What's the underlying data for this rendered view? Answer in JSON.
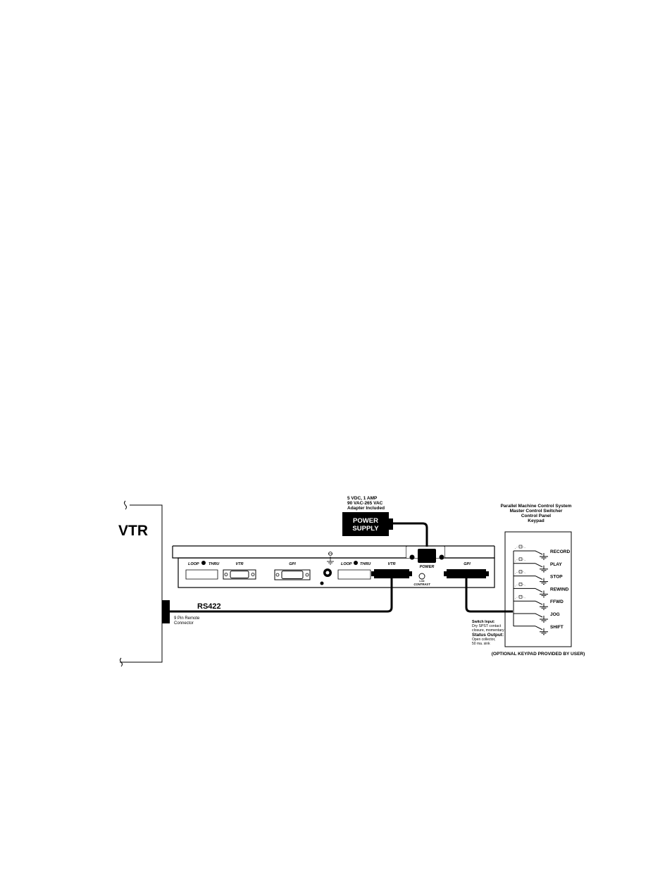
{
  "vtr": {
    "title": "VTR",
    "remote_connector": [
      "9 Pin Remote",
      "Connector"
    ]
  },
  "cable": {
    "label": "RS422"
  },
  "power_supply": {
    "spec_lines": [
      "5 VDC, 1 AMP",
      "90 VAC-265 VAC",
      "Adapter Included"
    ],
    "box_lines": [
      "POWER",
      "SUPPLY"
    ]
  },
  "rear_panel": {
    "loop_left": "LOOP",
    "thru_left": "THRU",
    "vtr_left": "VTR",
    "gpi_center": "GPI",
    "loop_right": "LOOP",
    "thru_right": "THRU",
    "vtr_right": "VTR",
    "power": "POWER",
    "lcd": "LCD",
    "contrast": "CONTRAST",
    "gpi_right": "GPI"
  },
  "keypad": {
    "title_lines": [
      "Parallel Machine Control System",
      "Master Control Switcher",
      "Control Panel",
      "Keypad"
    ],
    "switches": [
      "RECORD",
      "PLAY",
      "STOP",
      "REWIND",
      "FFWD",
      "JOG",
      "SHIFT"
    ],
    "switch_note_heading": "Switch Input:",
    "switch_note_lines": [
      "Dry SPST contact",
      "closure, momentary"
    ],
    "status_heading": "Status Output:",
    "status_lines": [
      "Open collector,",
      "50 ma. sink"
    ],
    "footer": "(OPTIONAL KEYPAD PROVIDED BY USER)"
  }
}
